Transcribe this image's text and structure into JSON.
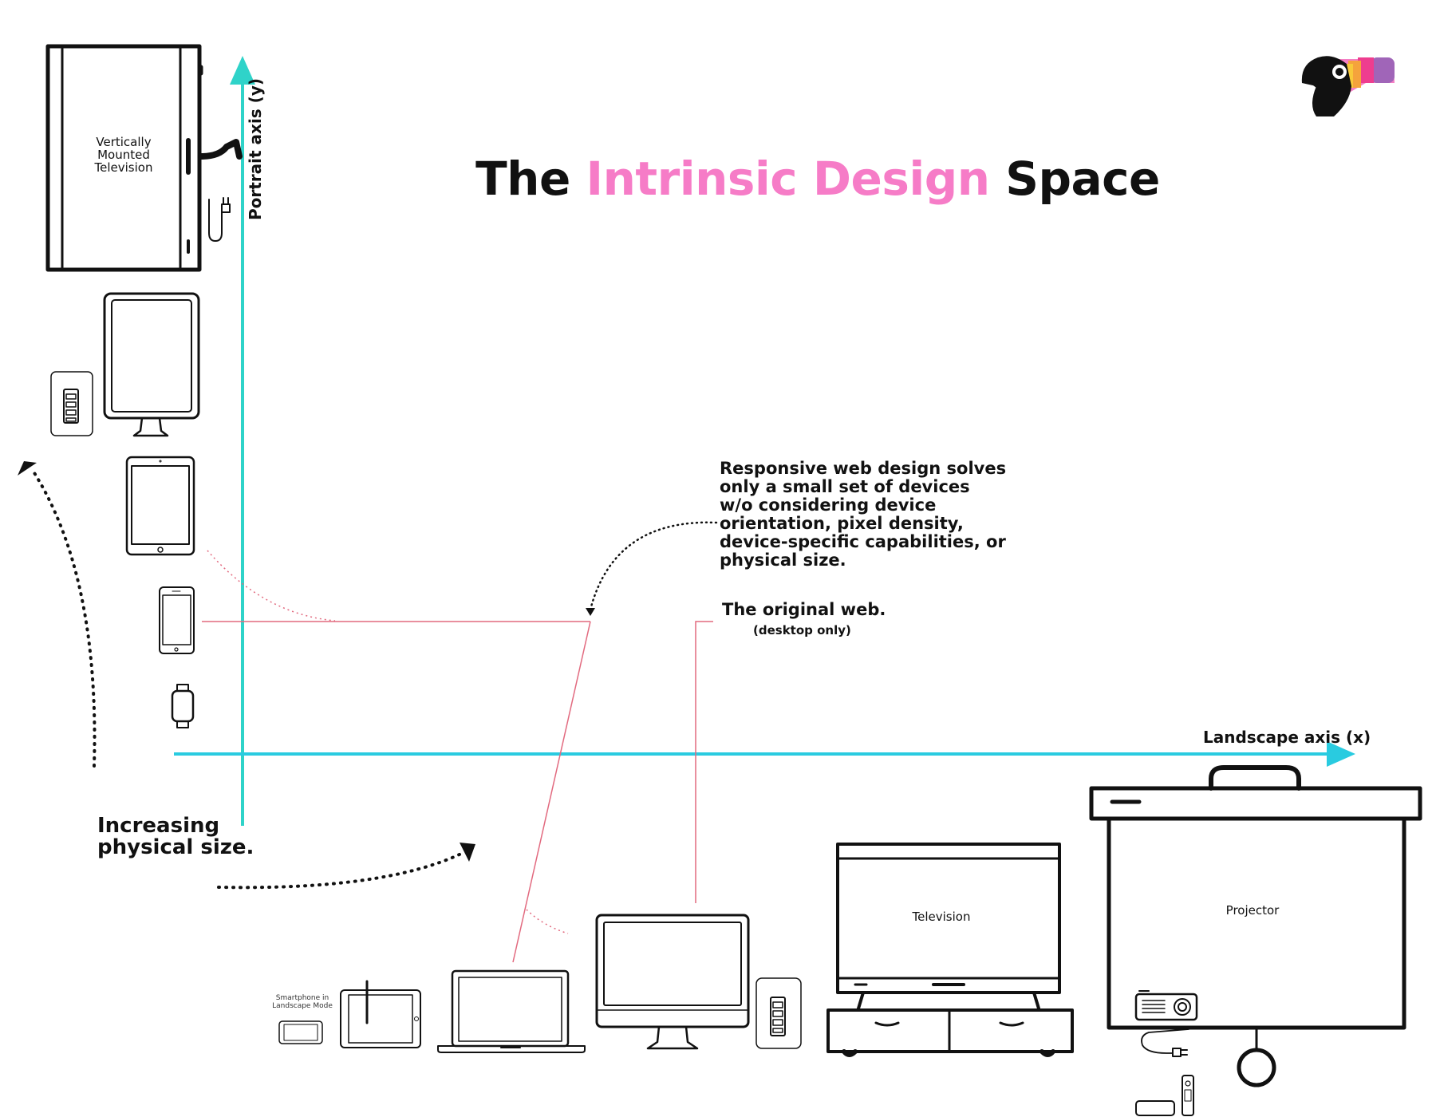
{
  "title": {
    "pre": "The ",
    "accent": "Intrinsic Design",
    "post": " Space"
  },
  "axes": {
    "x_label": "Landscape axis (x)",
    "y_label": "Portrait axis (y)"
  },
  "notes": {
    "responsive": "Responsive web design solves only a small set of devices w/o considering device orientation, pixel density, device-specific capabilities, or physical size.",
    "original": "The original web.",
    "original_sub": "(desktop only)",
    "increasing": "Increasing physical size."
  },
  "devices": {
    "vertical_tv": "Vertically Mounted Television",
    "television": "Television",
    "projector": "Projector",
    "smartphone_landscape": "Smartphone in Landscape Mode"
  },
  "colors": {
    "axis": "#2fd3c9",
    "axis_x": "#29cbe0",
    "accent_pink": "#f67cc7",
    "guide_line": "#e26a7f",
    "ink": "#111111"
  },
  "icons": {
    "logo": "toucan-logo-icon"
  }
}
